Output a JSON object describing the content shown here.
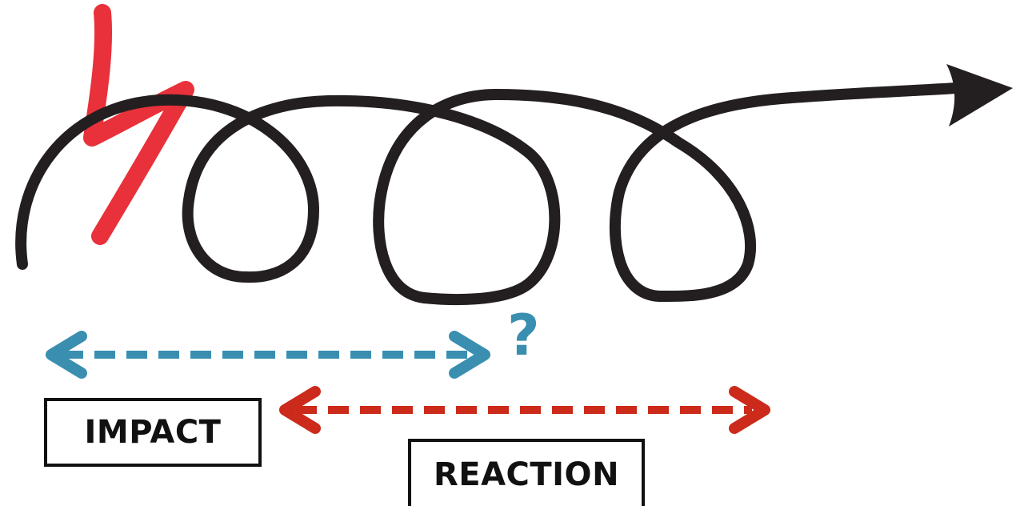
{
  "labels": {
    "impact": "IMPACT",
    "reaction": "REACTION",
    "question": "?"
  },
  "colors": {
    "loop_line": "#231f20",
    "lightning": "#e8313a",
    "impact_arrow": "#3a8fb0",
    "reaction_arrow": "#cc2a1a",
    "question": "#3a8fb0",
    "box_border": "#111111"
  },
  "icons": {
    "loop_path": "looping-arrow",
    "lightning": "lightning-bolt-icon",
    "impact_arrow": "double-headed-dashed-arrow",
    "reaction_arrow": "double-headed-dashed-arrow"
  }
}
